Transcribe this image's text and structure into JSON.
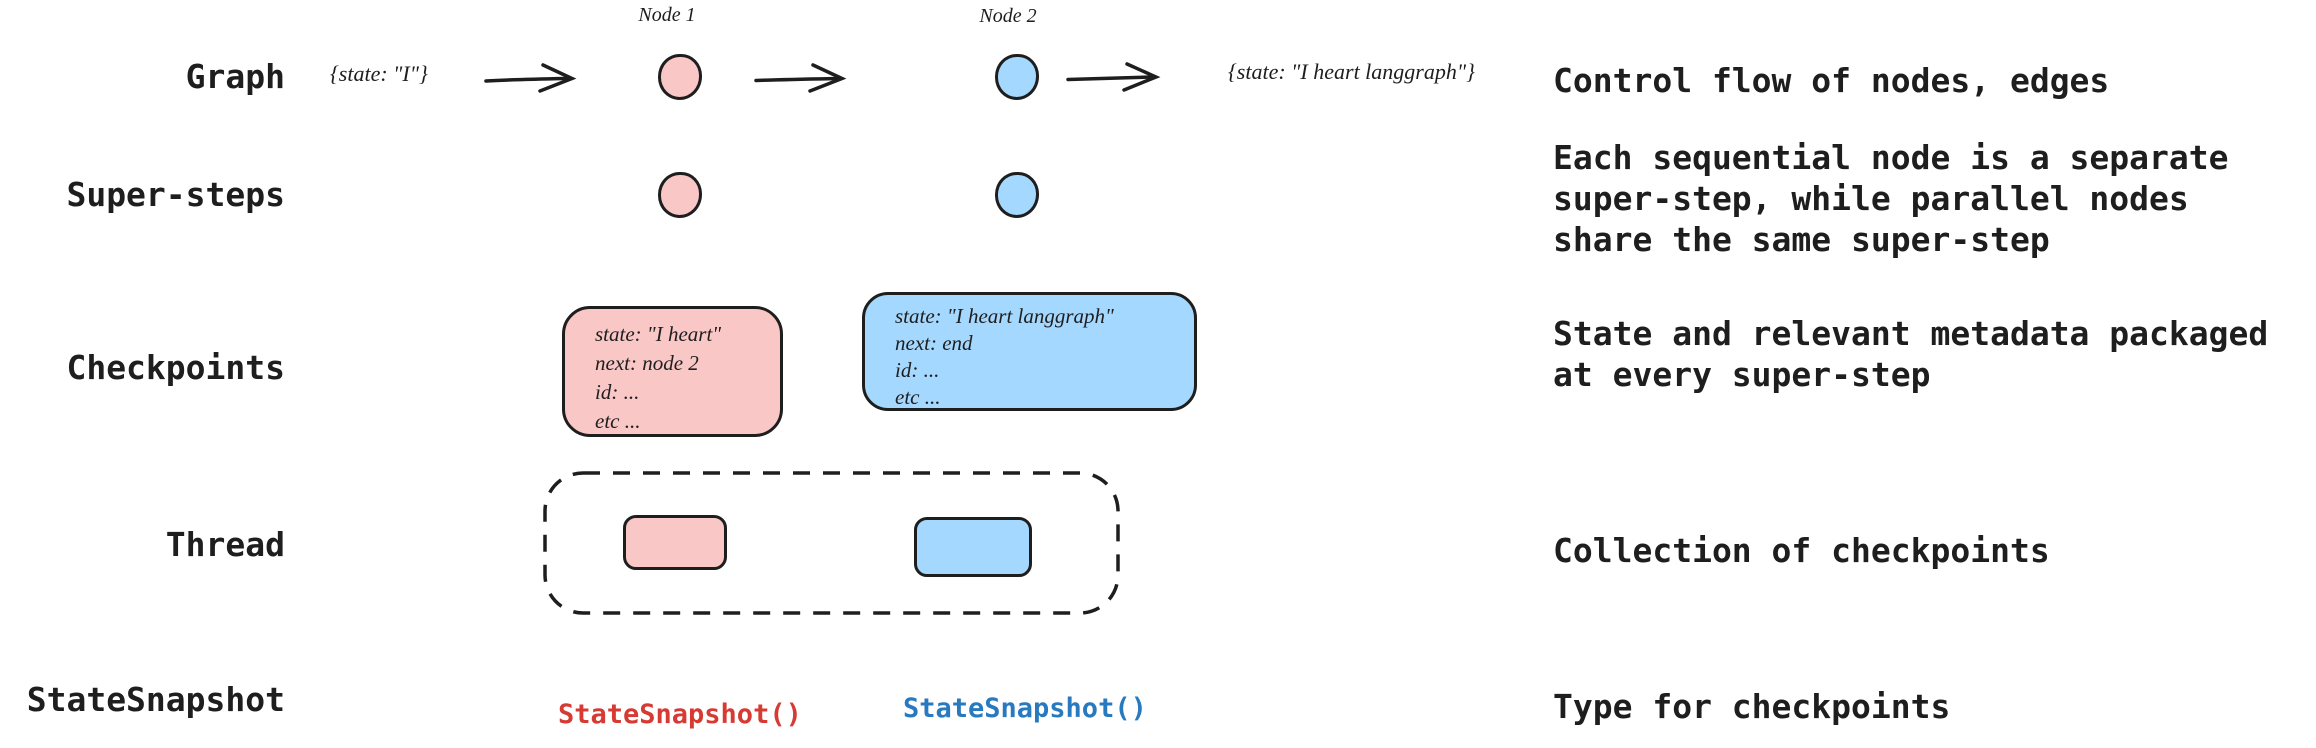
{
  "colors": {
    "ink": "#1e1e1e",
    "pink_fill": "#fac7c7",
    "blue_fill": "#a5d8ff",
    "red_code": "#d73a33",
    "blue_code": "#2779c0"
  },
  "rows": {
    "graph": {
      "label": "Graph",
      "input_state": "{state: \"I\"}",
      "node1_label": "Node 1",
      "node2_label": "Node 2",
      "output_state": "{state: \"I heart langgraph\"}",
      "description": "Control flow of nodes, edges"
    },
    "super_steps": {
      "label": "Super-steps",
      "description": "Each sequential node is a separate\nsuper-step, while parallel nodes\nshare the same super-step"
    },
    "checkpoints": {
      "label": "Checkpoints",
      "checkpoint1_text": "state: \"I heart\"\nnext: node 2\nid: ...\netc ...",
      "checkpoint2_text": "state: \"I heart langgraph\"\nnext: end\nid: ...\netc ...",
      "description": "State and relevant metadata packaged\nat every super-step"
    },
    "thread": {
      "label": "Thread",
      "description": "Collection of checkpoints"
    },
    "state_snapshot": {
      "label": "StateSnapshot",
      "snapshot1": "StateSnapshot()",
      "snapshot2": "StateSnapshot()",
      "description": "Type for checkpoints"
    }
  }
}
